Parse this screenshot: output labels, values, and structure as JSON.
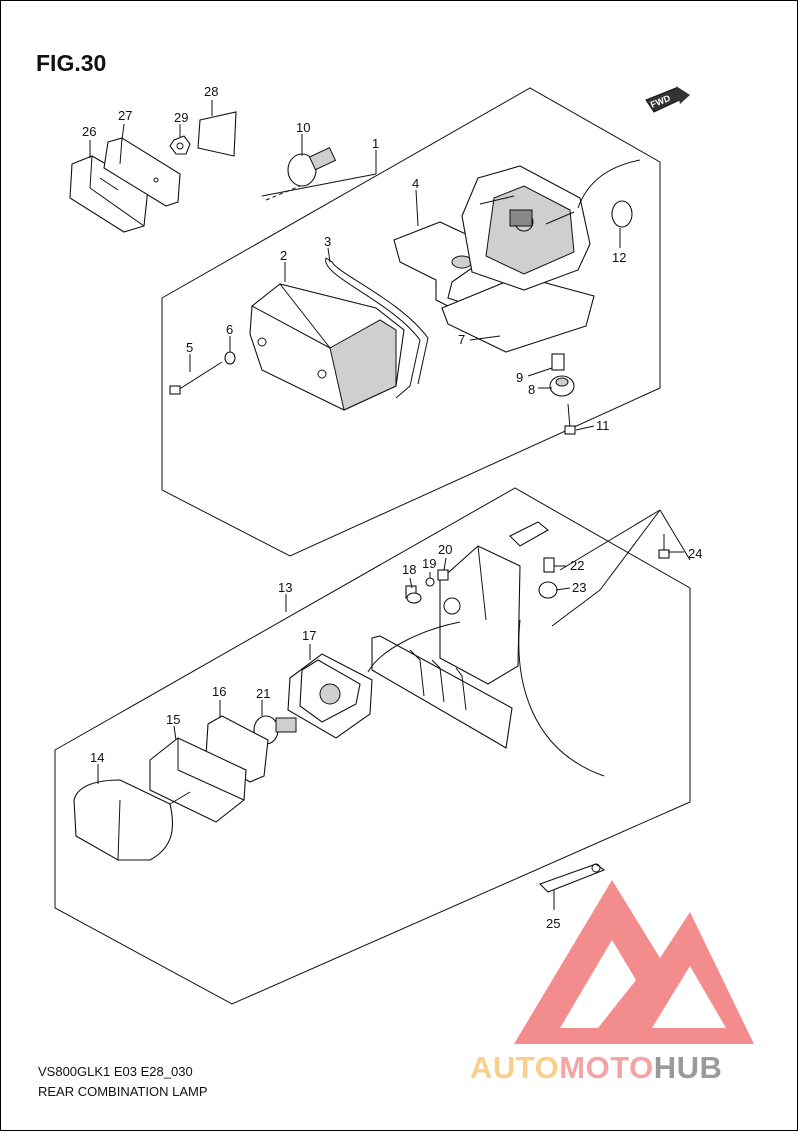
{
  "figure": {
    "title": "FIG.30",
    "fwd_label": "FWD",
    "model_code": "VS800GLK1 E03 E28_030",
    "caption": "REAR COMBINATION LAMP"
  },
  "callouts": [
    "1",
    "2",
    "3",
    "4",
    "5",
    "6",
    "7",
    "8",
    "9",
    "10",
    "11",
    "12",
    "13",
    "14",
    "15",
    "16",
    "17",
    "18",
    "19",
    "20",
    "21",
    "22",
    "23",
    "24",
    "25",
    "26",
    "27",
    "28",
    "29"
  ],
  "watermark": {
    "part_a": "AUTO",
    "part_b": "MOTO",
    "part_c": "HUB",
    "colors": {
      "auto": "#f8d08a",
      "moto": "#f4a4a4",
      "hub": "#9a9a9a",
      "logo": "#f27a7a"
    }
  }
}
